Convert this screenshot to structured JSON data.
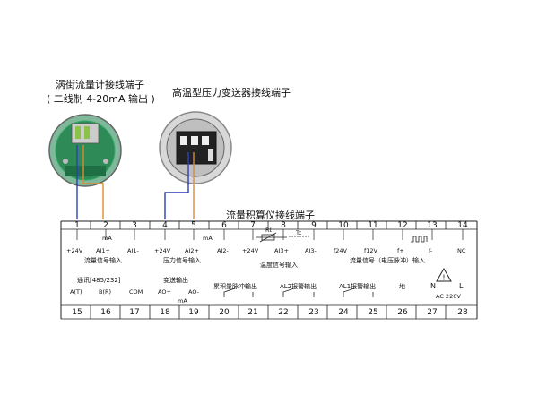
{
  "titles": {
    "vortex": "涡街流量计接线端子",
    "vortex_sub": "( 二线制 4-20mA 输出 )",
    "pressure": "高温型压力变送器接线端子",
    "totalizer": "流量积算仪接线端子"
  },
  "top_terminals": [
    "1",
    "2",
    "3",
    "4",
    "5",
    "6",
    "7",
    "8",
    "9",
    "10",
    "11",
    "12",
    "13",
    "14"
  ],
  "bottom_terminals": [
    "15",
    "16",
    "17",
    "18",
    "19",
    "20",
    "21",
    "22",
    "23",
    "24",
    "25",
    "26",
    "27",
    "28"
  ],
  "top_labels": {
    "t1": "+24V",
    "t2": "AI1+",
    "t3": "AI1-",
    "ma1": "mA",
    "t4": "+24V",
    "t5": "AI2+",
    "t6": "AI2-",
    "ma2": "mA",
    "t7": "+24V",
    "t8": "AI3+",
    "t9": "AI3-",
    "rt": "Rt",
    "tc": "Tc",
    "t10": "f24V",
    "t11": "f12V",
    "t12": "f+",
    "t13": "f-",
    "t14": "NC"
  },
  "top_groups": {
    "flow": "流量信号输入",
    "pressure": "压力信号输入",
    "temp": "温度信号输入",
    "flow_pulse": "流量信号（电压脉冲）输入"
  },
  "bottom_groups": {
    "comm": "通讯[485/232]",
    "transmit": "变送输出",
    "accum": "累积量脉冲输出",
    "al2": "AL2报警输出",
    "al1": "AL1报警输出",
    "ground": "地"
  },
  "bottom_labels": {
    "at": "A(T)",
    "br": "B(R)",
    "com": "COM",
    "ao_plus": "AO+",
    "ao_minus": "AO-",
    "ma": "mA",
    "n": "N",
    "l": "L",
    "ac": "AC 220V"
  },
  "colors": {
    "wire_blue": "#2b3fb8",
    "wire_orange": "#e08a2a",
    "board_green": "#2e8b57",
    "line": "#222222"
  }
}
